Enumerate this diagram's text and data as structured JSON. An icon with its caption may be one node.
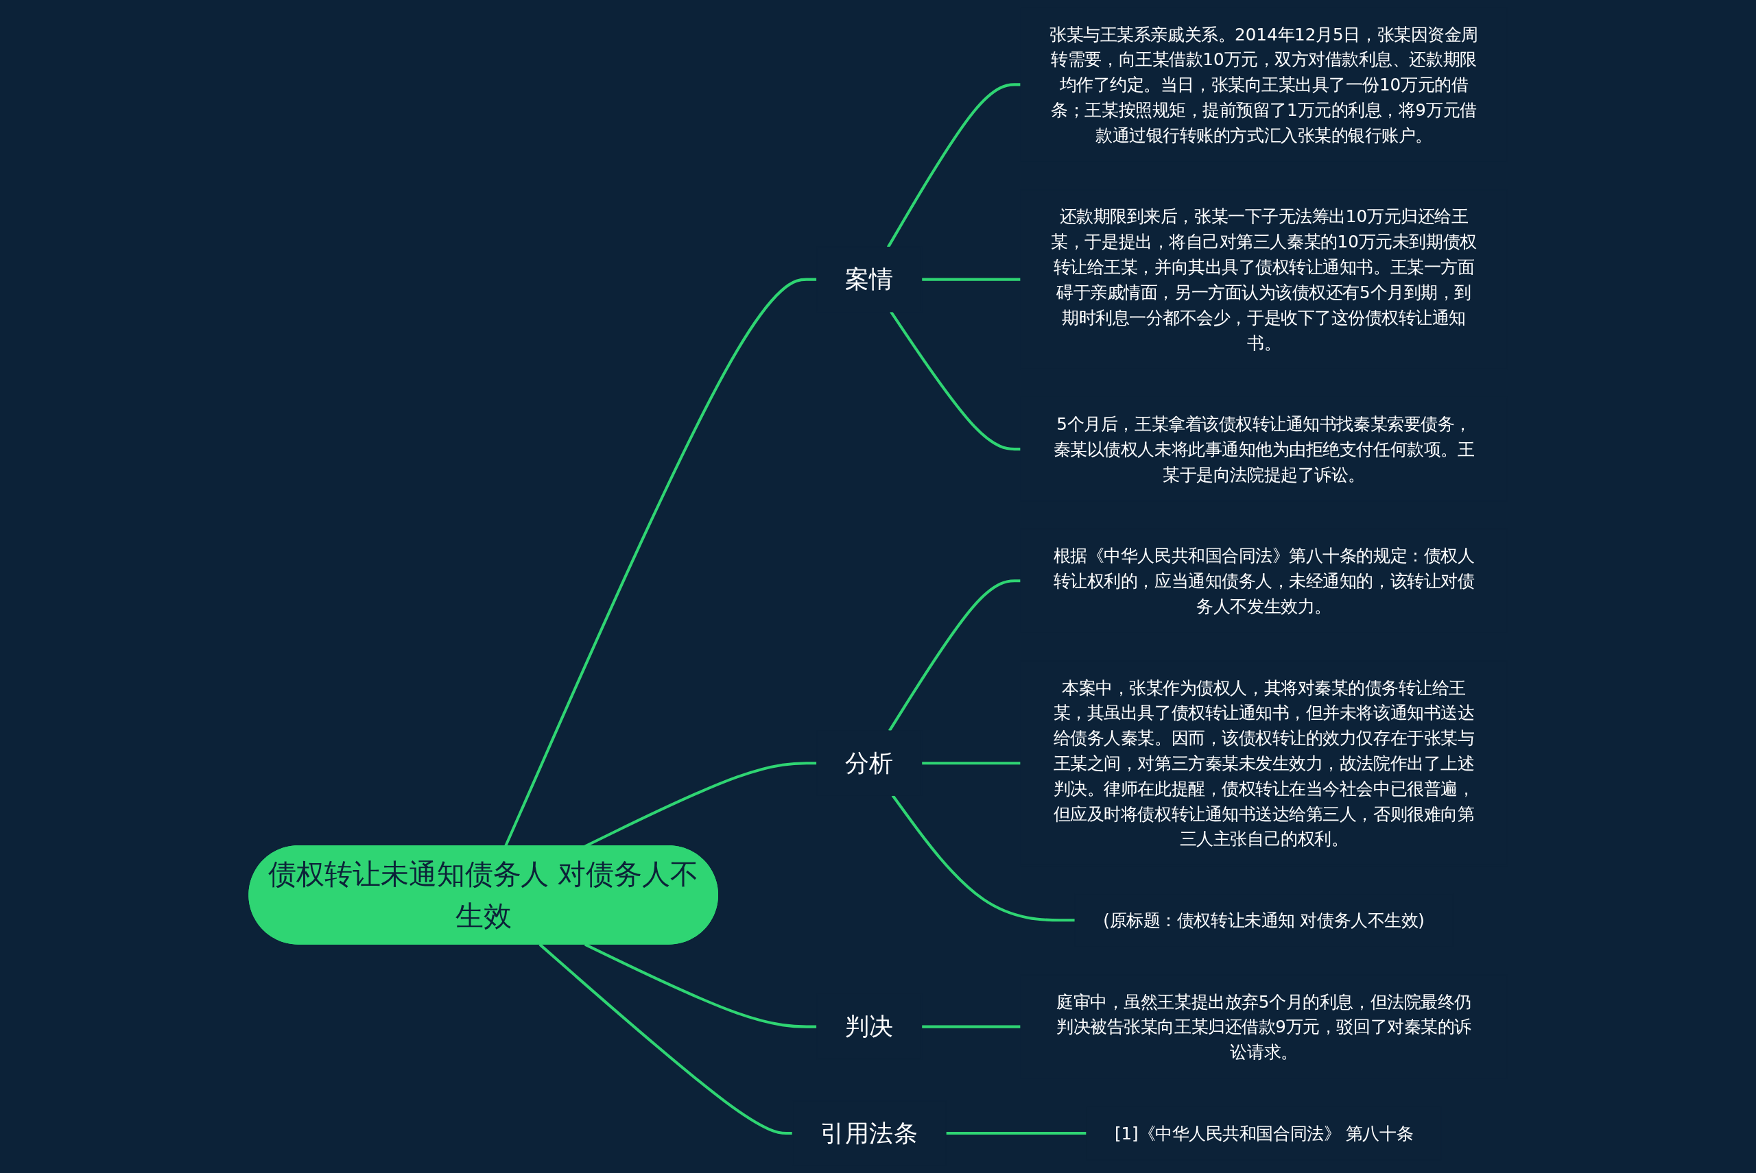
{
  "diagram": {
    "nodes": [
      {
        "text": [
          "债权转让未通知债务人 对债务人不生效"
        ]
      },
      {
        "text": [
          "案情"
        ]
      },
      {
        "text": [
          "张某与王某系亲戚关系。2014年12月5日，张某因资金周转需要，向王某借款10万元，双方对借款利息、还款期限均作了约定。当日，张某向王某出具了一份10万元的借条；王某按照规矩，提前预留了1万元的利息，将9万元借款通过银行转账的方式汇入张某的银行账户。"
        ]
      },
      {
        "text": [
          "还款期限到来后，张某一下子无法筹出10万元归还给王某，于是提出，将自己对第三人秦某的10万元未到期债权转让给王某，并向其出具了债权转让通知书。王某一方面碍于亲戚情面，另一方面认为该债权还有5个月到期，到期时利息一分都不会少，于是收下了这份债权转让通知书。"
        ]
      },
      {
        "text": [
          "5个月后，王某拿着该债权转让通知书找秦某索要债务，秦某以债权人未将此事通知他为由拒绝支付任何款项。王某于是向法院提起了诉讼。"
        ]
      },
      {
        "text": [
          "分析"
        ]
      },
      {
        "text": [
          "根据《中华人民共和国合同法》第八十条的规定：债权人转让权利的，应当通知债务人，未经通知的，该转让对债务人不发生效力。"
        ]
      },
      {
        "text": [
          "本案中，张某作为债权人，其将对秦某的债务转让给王某，其虽出具了债权转让通知书，但并未将该通知书送达给债务人秦某。因而，该债权转让的效力仅存在于张某与王某之间，对第三方秦某未发生效力，故法院作出了上述判决。律师在此提醒，债权转让在当今社会中已很普遍，但应及时将债权转让通知书送达给第三人，否则很难向第三人主张自己的权利。"
        ]
      },
      {
        "text": [
          "(原标题：债权转让未通知 对债务人不生效)"
        ]
      },
      {
        "text": [
          "判决"
        ]
      },
      {
        "text": [
          "庭审中，虽然王某提出放弃5个月的利息，但法院最终仍判决被告张某向王某归还借款9万元，驳回了对秦某的诉讼请求。"
        ]
      },
      {
        "text": [
          "引用法条"
        ]
      },
      {
        "text": [
          "[1]《中华人民共和国合同法》 第八十条"
        ]
      }
    ],
    "edges": [
      {
        "from": 0,
        "to": 1,
        "arrow": "none"
      },
      {
        "from": 1,
        "to": 2,
        "arrow": "none"
      },
      {
        "from": 1,
        "to": 3,
        "arrow": "none"
      },
      {
        "from": 1,
        "to": 4,
        "arrow": "none"
      },
      {
        "from": 0,
        "to": 5,
        "arrow": "none"
      },
      {
        "from": 5,
        "to": 6,
        "arrow": "none"
      },
      {
        "from": 5,
        "to": 7,
        "arrow": "none"
      },
      {
        "from": 5,
        "to": 8,
        "arrow": "none"
      },
      {
        "from": 0,
        "to": 9,
        "arrow": "none"
      },
      {
        "from": 9,
        "to": 10,
        "arrow": "none"
      },
      {
        "from": 0,
        "to": 11,
        "arrow": "none"
      },
      {
        "from": 11,
        "to": 12,
        "arrow": "none"
      }
    ]
  }
}
